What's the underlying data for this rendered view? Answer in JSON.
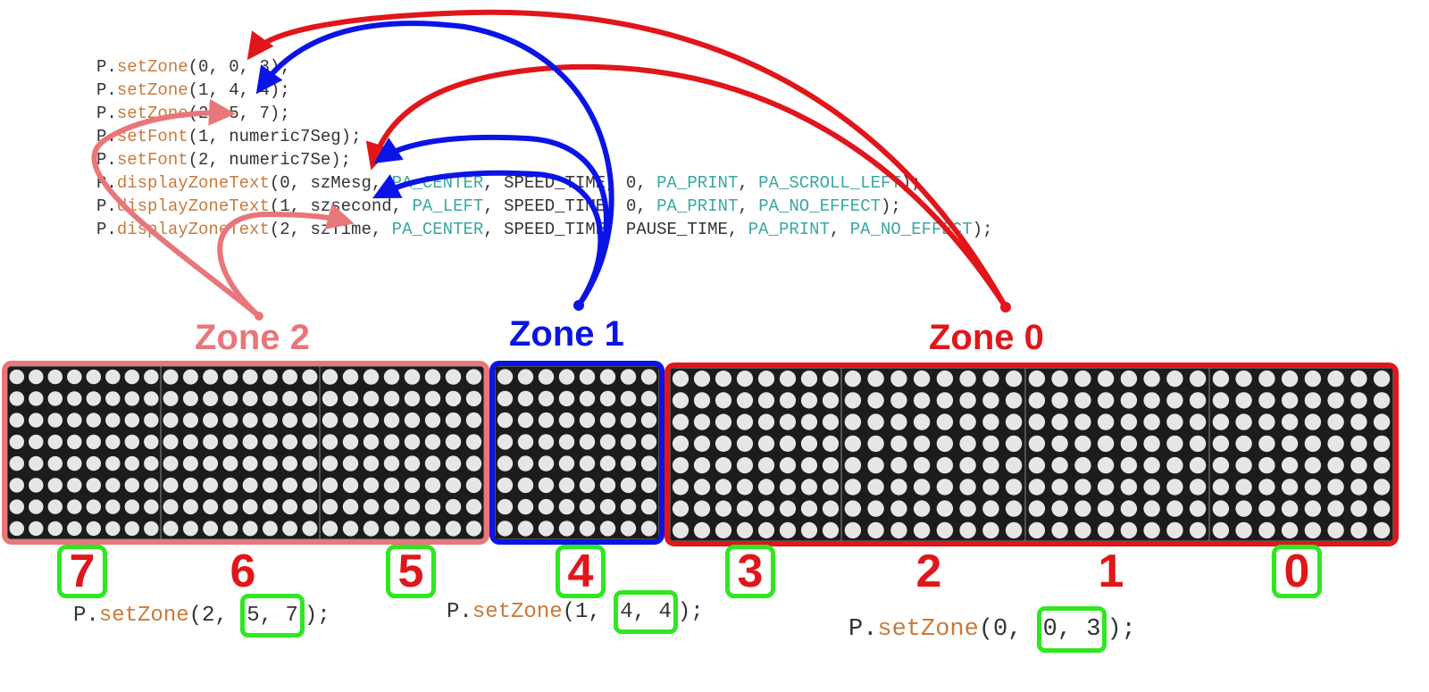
{
  "code_lines": [
    [
      {
        "t": "P.",
        "c": "obj"
      },
      {
        "t": "setZone",
        "c": "fn"
      },
      {
        "t": "(0, 0, 3);",
        "c": "obj"
      }
    ],
    [
      {
        "t": "P.",
        "c": "obj"
      },
      {
        "t": "setZone",
        "c": "fn"
      },
      {
        "t": "(1, 4, 4);",
        "c": "obj"
      }
    ],
    [
      {
        "t": "P.",
        "c": "obj"
      },
      {
        "t": "setZone",
        "c": "fn"
      },
      {
        "t": "(2, 5, 7);",
        "c": "obj"
      }
    ],
    [
      {
        "t": "P.",
        "c": "obj"
      },
      {
        "t": "setFont",
        "c": "fn"
      },
      {
        "t": "(1, numeric7Seg);",
        "c": "obj"
      }
    ],
    [
      {
        "t": "P.",
        "c": "obj"
      },
      {
        "t": "setFont",
        "c": "fn"
      },
      {
        "t": "(2, numeric7Se);",
        "c": "obj"
      }
    ],
    [
      {
        "t": "P.",
        "c": "obj"
      },
      {
        "t": "displayZoneText",
        "c": "fn"
      },
      {
        "t": "(0, szMesg, ",
        "c": "obj"
      },
      {
        "t": "PA_CENTER",
        "c": "const"
      },
      {
        "t": ", SPEED_TIME, 0, ",
        "c": "obj"
      },
      {
        "t": "PA_PRINT",
        "c": "const"
      },
      {
        "t": ", ",
        "c": "obj"
      },
      {
        "t": "PA_SCROLL_LEFT",
        "c": "const"
      },
      {
        "t": ");",
        "c": "obj"
      }
    ],
    [
      {
        "t": "P.",
        "c": "obj"
      },
      {
        "t": "displayZoneText",
        "c": "fn"
      },
      {
        "t": "(1, szsecond, ",
        "c": "obj"
      },
      {
        "t": "PA_LEFT",
        "c": "const"
      },
      {
        "t": ", SPEED_TIME, 0, ",
        "c": "obj"
      },
      {
        "t": "PA_PRINT",
        "c": "const"
      },
      {
        "t": ", ",
        "c": "obj"
      },
      {
        "t": "PA_NO_EFFECT",
        "c": "const"
      },
      {
        "t": ");",
        "c": "obj"
      }
    ],
    [
      {
        "t": "P.",
        "c": "obj"
      },
      {
        "t": "displayZoneText",
        "c": "fn"
      },
      {
        "t": "(2, szTime, ",
        "c": "obj"
      },
      {
        "t": "PA_CENTER",
        "c": "const"
      },
      {
        "t": ", SPEED_TIME, PAUSE_TIME, ",
        "c": "obj"
      },
      {
        "t": "PA_PRINT",
        "c": "const"
      },
      {
        "t": ", ",
        "c": "obj"
      },
      {
        "t": "PA_NO_EFFECT",
        "c": "const"
      },
      {
        "t": ");",
        "c": "obj"
      }
    ]
  ],
  "zones": [
    {
      "label": "Zone 2",
      "color": "#e8767a"
    },
    {
      "label": "Zone 1",
      "color": "#0a14e6"
    },
    {
      "label": "Zone 0",
      "color": "#e0161b"
    }
  ],
  "modules": [
    "7",
    "6",
    "5",
    "4",
    "3",
    "2",
    "1",
    "0"
  ],
  "setzone_calls": [
    {
      "prefix": "P.",
      "fn": "setZone",
      "args": "(2, ",
      "hl": "5, 7",
      "suffix": ");"
    },
    {
      "prefix": "P.",
      "fn": "setZone",
      "args": "(1, ",
      "hl": "4, 4",
      "suffix": ");"
    },
    {
      "prefix": "P.",
      "fn": "setZone",
      "args": "(0, ",
      "hl": "0, 3",
      "suffix": ");"
    }
  ],
  "colors": {
    "highlight": "#2ee81f",
    "number": "#e0161b",
    "led": "#e6e6e6",
    "panel": "#1c1c1c"
  }
}
